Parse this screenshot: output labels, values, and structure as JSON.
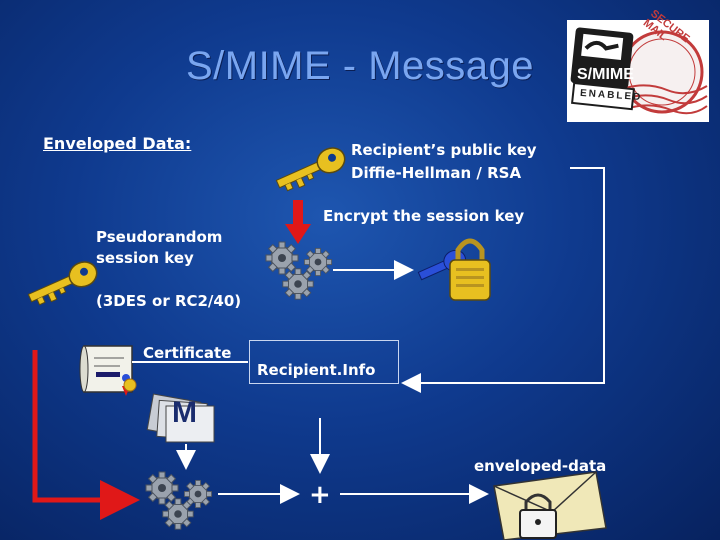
{
  "title": "S/MIME - Message",
  "labels": {
    "enveloped_data": "Enveloped Data:",
    "recipient_public_key": "Recipient’s public key",
    "key_algorithms": "Diffie-Hellman / RSA",
    "encrypt_session_key": "Encrypt the session key",
    "pseudorandom": "Pseudorandom",
    "session_key": "session key",
    "ciphers": "(3DES or RC2/40)",
    "certificate": "Certificate",
    "recipient_info": "Recipient.Info",
    "enveloped_data_out": "enveloped-data",
    "plus": "+",
    "message_letter": "M"
  },
  "logo": {
    "main_text": "S/MIME",
    "sub_text": "ENABLED",
    "stamp_text": "SECURE MAIL"
  },
  "colors": {
    "background": "#0f3a8e",
    "title": "#7aa6f0",
    "key": "#e8c020",
    "gear": "#9aa2ad",
    "red_arrow": "#e01818",
    "connector": "#ffffff"
  },
  "icons": [
    "key-icon",
    "gear-icon",
    "lock-icon",
    "certificate-icon",
    "message-document-icon",
    "envelope-icon",
    "smime-logo"
  ]
}
